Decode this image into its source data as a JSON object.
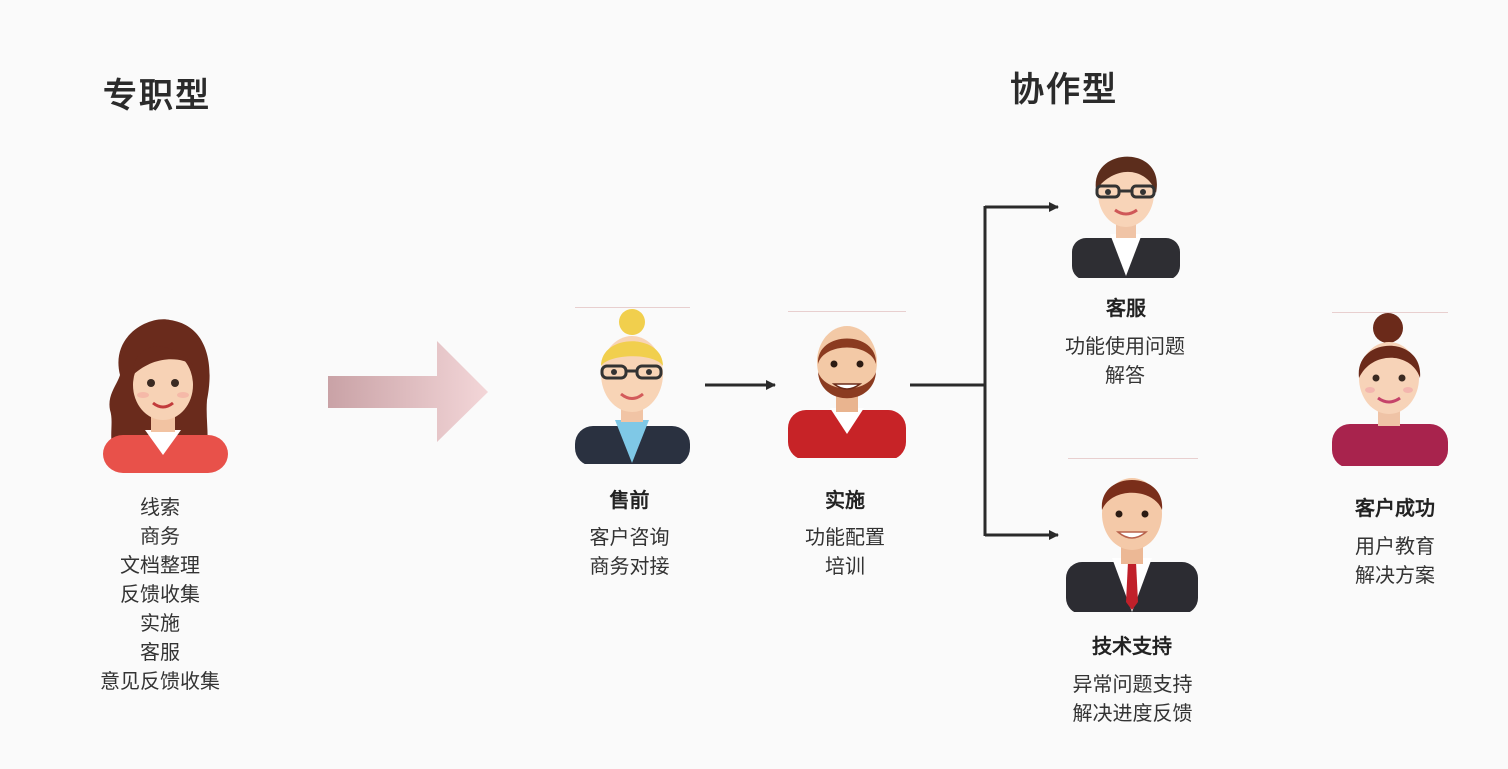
{
  "left": {
    "heading": "专职型",
    "duties": [
      "线索",
      "商务",
      "文档整理",
      "反馈收集",
      "实施",
      "客服",
      "意见反馈收集"
    ]
  },
  "right": {
    "heading": "协作型"
  },
  "roles": {
    "presales": {
      "title": "售前",
      "duties": [
        "客户咨询",
        "商务对接"
      ]
    },
    "implementation": {
      "title": "实施",
      "duties": [
        "功能配置",
        "培训"
      ]
    },
    "service": {
      "title": "客服",
      "duties": [
        "功能使用问题",
        "解答"
      ]
    },
    "tech_support": {
      "title": "技术支持",
      "duties": [
        "异常问题支持",
        "解决进度反馈"
      ]
    },
    "customer_success": {
      "title": "客户成功",
      "duties": [
        "用户教育",
        "解决方案"
      ]
    }
  },
  "colors": {
    "transition_arrow": "#e6c3c5",
    "connector": "#2a2a2a"
  }
}
